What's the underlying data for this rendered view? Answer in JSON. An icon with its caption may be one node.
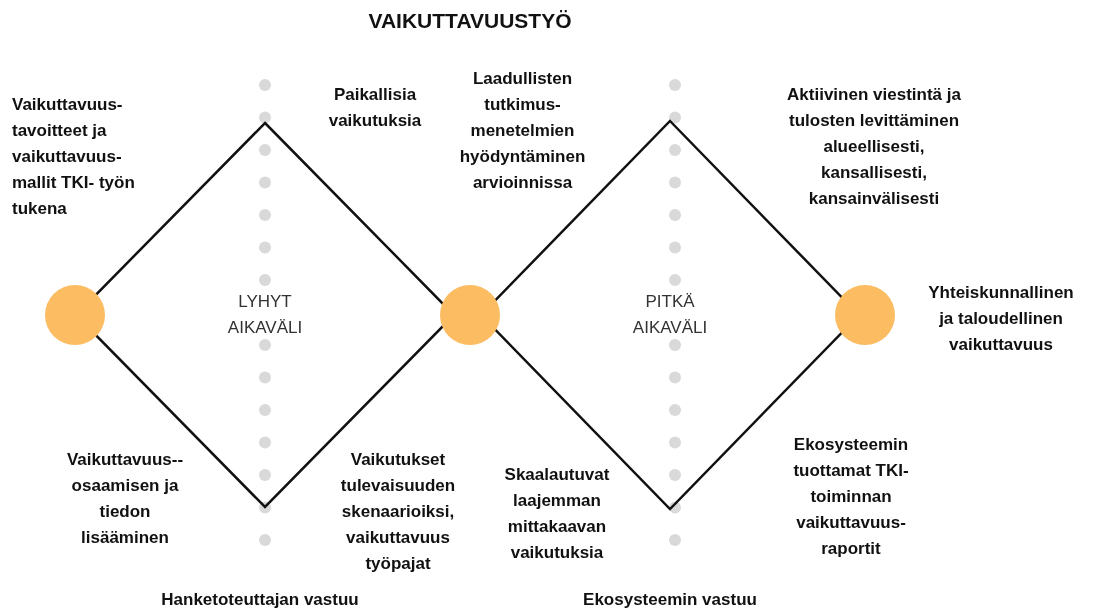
{
  "diagram": {
    "title": "VAIKUTTAVUUSTYÖ",
    "nodes": [
      {
        "text": [],
        "shape": "circle"
      },
      {
        "text": [
          "LYHYT AIKAVÄLI"
        ]
      },
      {
        "text": [],
        "shape": "circle"
      },
      {
        "text": [
          "PITKÄ AIKAVÄLI"
        ]
      },
      {
        "text": [],
        "shape": "circle"
      }
    ],
    "edges": [],
    "labels": [
      "Vaikuttavuus- tavoitteet ja vaikuttavuus- mallit TKI- työn tukena",
      "Paikallisia vaikutuksia",
      "Laadullisten tutkimus- menetelmien hyödyntäminen arvioinnissa",
      "Aktiivinen viestintä ja tulosten levittäminen alueellisesti, kansallisesti, kansainvälisesti",
      "Yhteiskunnallinen ja taloudellinen vaikuttavuus",
      "Vaikuttavuus-- osaamisen ja tiedon lisääminen",
      "Vaikutukset tulevaisuuden skenaarioiksi, vaikuttavuus työpajat",
      "Skaalautuvat laajemman mittakaavan vaikutuksia",
      "Ekosysteemin tuottamat TKI-toiminnan vaikuttavuus- raportit",
      "Hanketoteuttajan vastuu",
      "Ekosysteemin vastuu"
    ]
  }
}
